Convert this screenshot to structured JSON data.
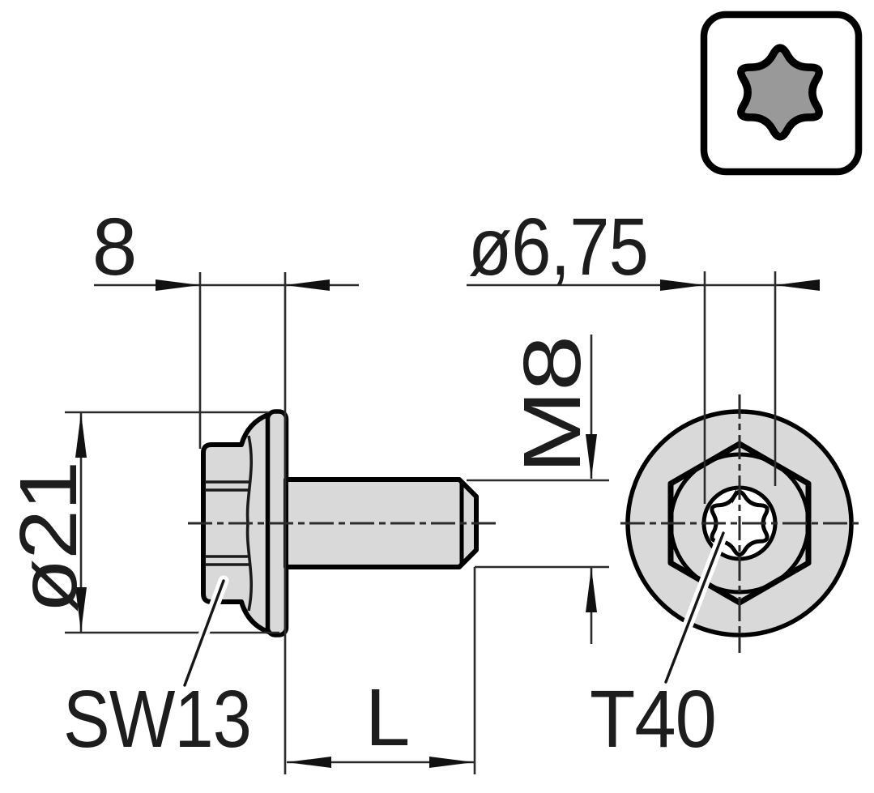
{
  "drawing": {
    "type": "technical-drawing-flange-screw",
    "labels": {
      "head_width": "8",
      "recess_diameter": "ø6,75",
      "thread": "M8",
      "flange_diameter": "ø21",
      "wrench_size": "SW13",
      "length": "L",
      "torx_size": "T40"
    },
    "icon": {
      "name": "torx-drive-icon"
    },
    "colors": {
      "part_fill": "#d9d9d9",
      "icon_star_fill": "#999999",
      "outline": "#000000",
      "background": "#ffffff"
    }
  }
}
